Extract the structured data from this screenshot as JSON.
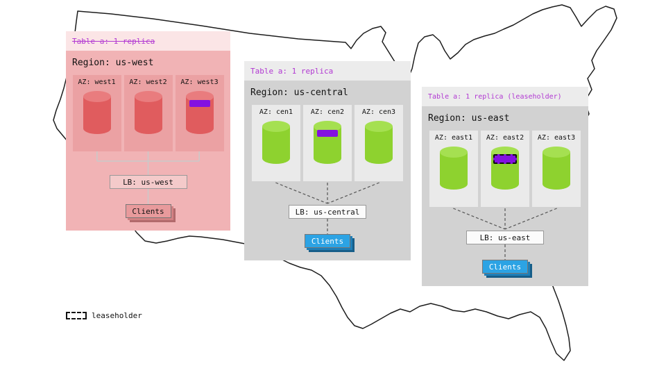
{
  "colors": {
    "purple_text": "#b138d2",
    "replica_marker": "#8311e0",
    "map_stroke": "#1c1c1c",
    "west_header": "#fbe5e6",
    "west_body": "#f1b3b5",
    "west_az": "#eba1a3",
    "west_cylinder": "#e05c5e",
    "west_cylinder_top": "#e97c7e",
    "west_lb": "#f4caca",
    "west_clients": "#e89a9c",
    "west_clients_shadow1": "#d18183",
    "west_clients_shadow2": "#b26a6c",
    "gray_header": "#ececec",
    "gray_body": "#d2d2d2",
    "gray_az": "#eaeaea",
    "lb_bg": "#fbfbfb",
    "green_cylinder": "#8ed22f",
    "green_cylinder_top": "#a5e051",
    "blue_clients": "#2ca3e4",
    "blue_clients_shadow1": "#1f7fb8",
    "blue_clients_shadow2": "#175e89",
    "connector_west": "#c9c9c9",
    "connector_gray": "#555555"
  },
  "legend": {
    "label": "leaseholder"
  },
  "regions": [
    {
      "id": "us-west",
      "table_label": "Table a: 1 replica",
      "table_strikethrough": true,
      "region_label": "Region: us-west",
      "lb_label": "LB: us-west",
      "clients_label": "Clients",
      "azs": [
        {
          "label": "AZ: west1",
          "marker": "none"
        },
        {
          "label": "AZ: west2",
          "marker": "none"
        },
        {
          "label": "AZ: west3",
          "marker": "replica"
        }
      ]
    },
    {
      "id": "us-central",
      "table_label": "Table a: 1 replica",
      "table_strikethrough": false,
      "region_label": "Region: us-central",
      "lb_label": "LB: us-central",
      "clients_label": "Clients",
      "azs": [
        {
          "label": "AZ: cen1",
          "marker": "none"
        },
        {
          "label": "AZ: cen2",
          "marker": "replica"
        },
        {
          "label": "AZ: cen3",
          "marker": "none"
        }
      ]
    },
    {
      "id": "us-east",
      "table_label": "Table a: 1 replica (leaseholder)",
      "table_strikethrough": false,
      "region_label": "Region: us-east",
      "lb_label": "LB: us-east",
      "clients_label": "Clients",
      "azs": [
        {
          "label": "AZ: east1",
          "marker": "none"
        },
        {
          "label": "AZ: east2",
          "marker": "leaseholder"
        },
        {
          "label": "AZ: east3",
          "marker": "none"
        }
      ]
    }
  ]
}
